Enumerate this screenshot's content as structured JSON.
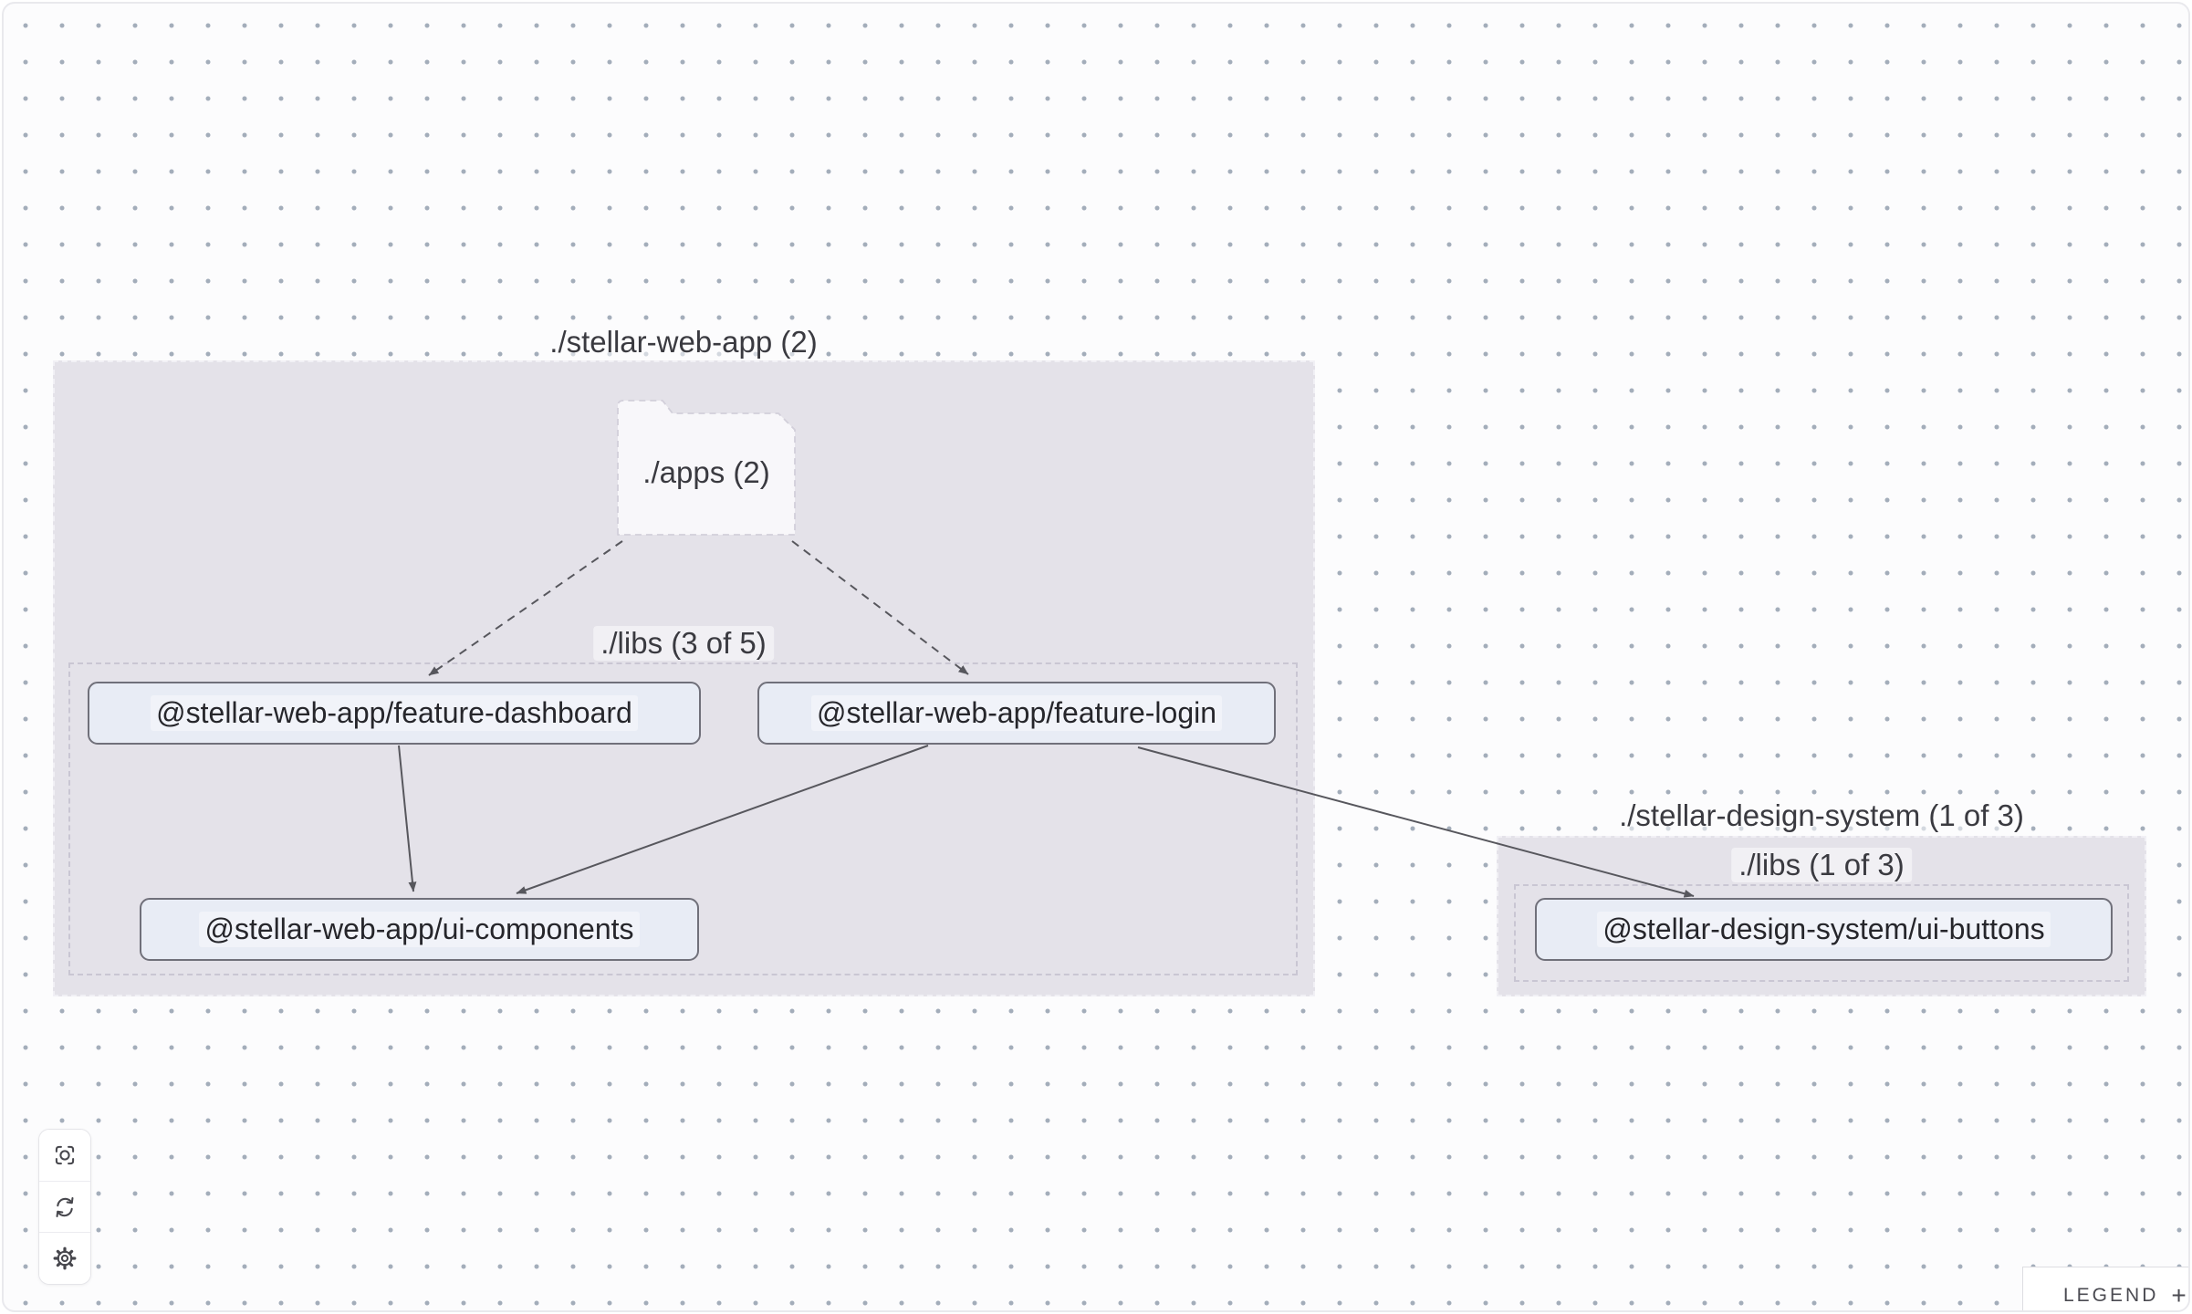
{
  "canvas": {
    "background": "#fcfcfd",
    "dot_color": "#a3adba"
  },
  "graph": {
    "groups": [
      {
        "id": "stellar-web-app",
        "label": "./stellar-web-app (2)"
      },
      {
        "id": "stellar-web-app-libs",
        "label": "./libs (3 of 5)"
      },
      {
        "id": "stellar-design-system",
        "label": "./stellar-design-system (1 of 3)"
      },
      {
        "id": "stellar-design-system-libs",
        "label": "./libs (1 of 3)"
      }
    ],
    "folder_node": {
      "label": "./apps (2)"
    },
    "nodes": [
      {
        "id": "feature-dashboard",
        "label": "@stellar-web-app/feature-dashboard"
      },
      {
        "id": "feature-login",
        "label": "@stellar-web-app/feature-login"
      },
      {
        "id": "ui-components",
        "label": "@stellar-web-app/ui-components"
      },
      {
        "id": "ui-buttons",
        "label": "@stellar-design-system/ui-buttons"
      }
    ],
    "edges": [
      {
        "source": "./apps",
        "target": "@stellar-web-app/feature-dashboard",
        "style": "dashed"
      },
      {
        "source": "./apps",
        "target": "@stellar-web-app/feature-login",
        "style": "dashed"
      },
      {
        "source": "@stellar-web-app/feature-dashboard",
        "target": "@stellar-web-app/ui-components",
        "style": "solid"
      },
      {
        "source": "@stellar-web-app/feature-login",
        "target": "@stellar-web-app/ui-components",
        "style": "solid"
      },
      {
        "source": "@stellar-web-app/feature-login",
        "target": "@stellar-design-system/ui-buttons",
        "style": "solid"
      }
    ]
  },
  "toolbar": {
    "buttons": [
      {
        "icon": "focus-icon"
      },
      {
        "icon": "refresh-icon"
      },
      {
        "icon": "settings-icon"
      }
    ]
  },
  "legend": {
    "label": "LEGEND",
    "expand": "+"
  },
  "colors": {
    "group_fill": "#e4e2e9",
    "folder_fill": "#f8f7fa",
    "node_fill": "#e8ecf5",
    "node_border": "#70707a",
    "edge": "#57575d",
    "text": "#3a3a40"
  }
}
